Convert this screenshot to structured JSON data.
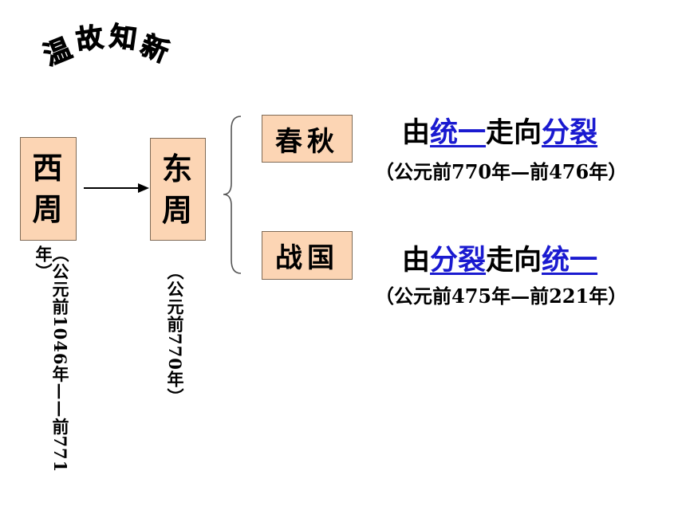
{
  "title": {
    "chars": [
      "温",
      "故",
      "知",
      "新"
    ]
  },
  "xizhou": {
    "chars": [
      "西",
      "周"
    ],
    "date": "（公元前1046年——前771年）"
  },
  "dongzhou": {
    "chars": [
      "东",
      "周"
    ],
    "date": "（公元前770年）"
  },
  "chunqiu": {
    "label": "春秋",
    "phrase": {
      "p1": "由",
      "p2": "统一",
      "p3": "走向",
      "p4": "分裂"
    },
    "date": "（公元前770年—前476年）"
  },
  "zhanguo": {
    "label": "战国",
    "phrase": {
      "p1": "由",
      "p2": "分裂",
      "p3": "走向",
      "p4": "统一"
    },
    "date": "（公元前475年—前221年）"
  },
  "colors": {
    "box_fill": "#fcd5b4",
    "box_border": "#7f6a55",
    "highlight": "#1a1ad0"
  }
}
